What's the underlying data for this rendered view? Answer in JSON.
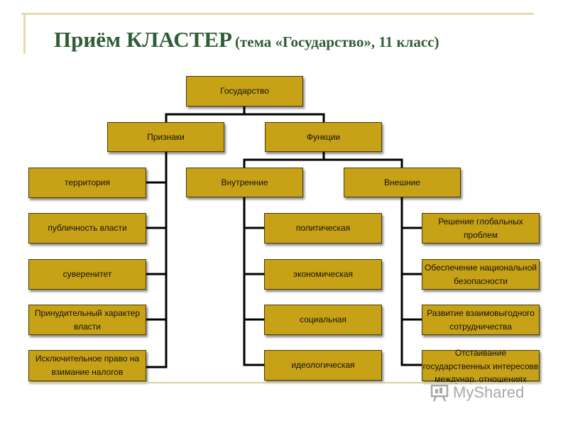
{
  "title": {
    "main": "Приём КЛАСТЕР",
    "subtitle": "(тема «Государство», 11 класс)"
  },
  "diagram": {
    "root": "Государство",
    "branches": {
      "features": {
        "label": "Признаки",
        "items": [
          "территория",
          "публичность власти",
          "суверенитет",
          "Принудительный характер власти",
          "Исключительное право на взимание налогов"
        ]
      },
      "functions": {
        "label": "Функции",
        "internal": {
          "label": "Внутренние",
          "items": [
            "политическая",
            "экономическая",
            "социальная",
            "идеологическая"
          ]
        },
        "external": {
          "label": "Внешние",
          "items": [
            "Решение глобальных проблем",
            "Обеспечение национальной безопасности",
            "Развитие взаимовыгодного сотрудничества",
            "Отстаивание государственных интересовв междунар. отношениях"
          ]
        }
      }
    }
  },
  "watermark": "MyShared",
  "colors": {
    "box_fill": "#c8a216",
    "box_border": "#4a3a05",
    "connector": "#000000",
    "title_text": "#2f5e36",
    "frame": "#e4dbb0"
  }
}
